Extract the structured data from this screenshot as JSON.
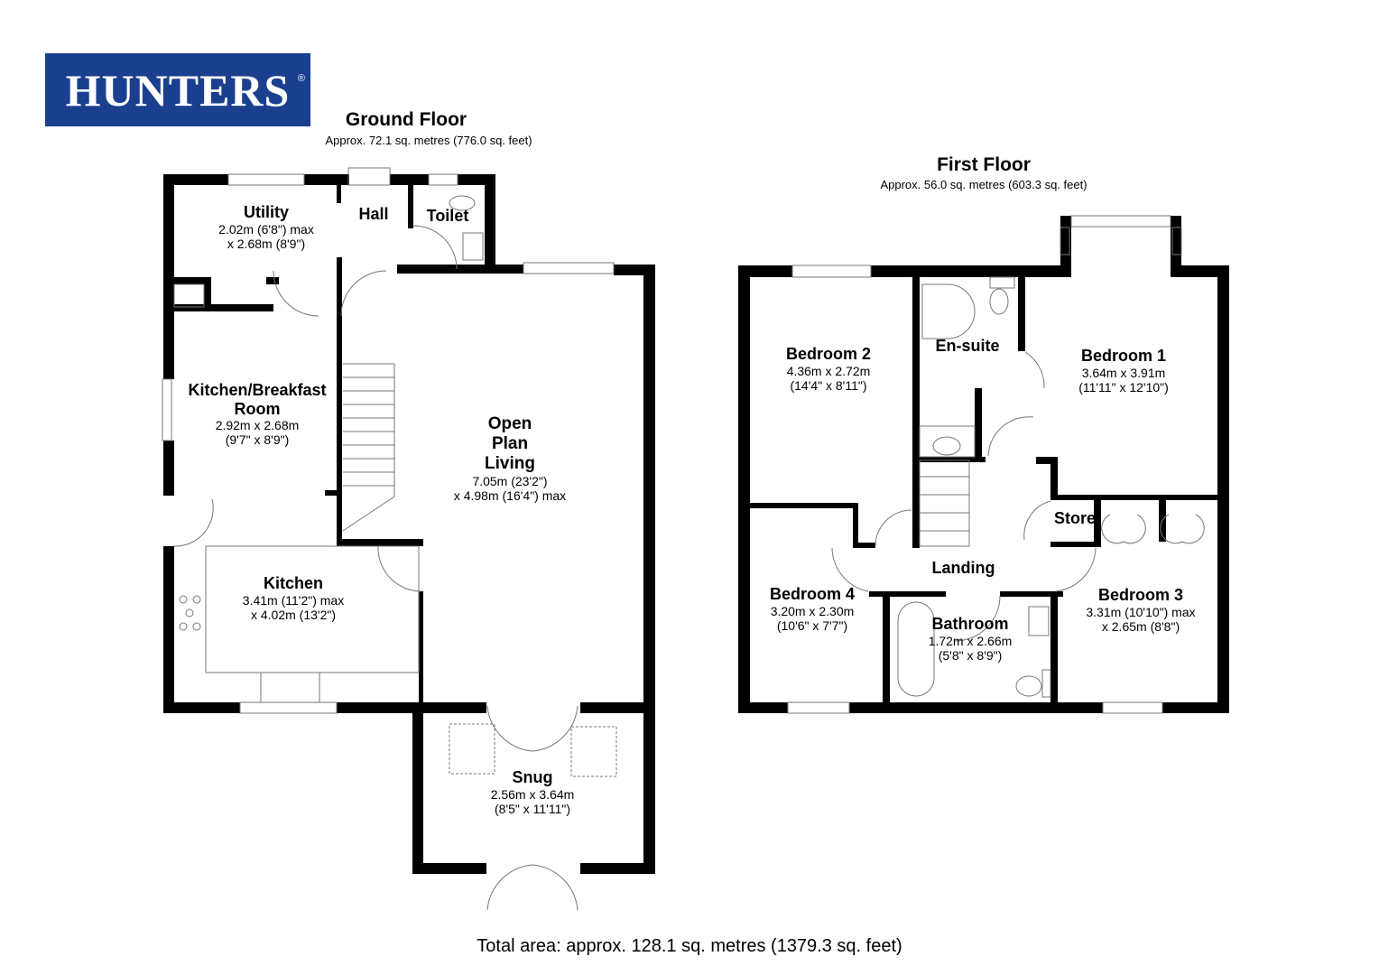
{
  "brand": {
    "name": "HUNTERS",
    "registered": "®",
    "color": "#1a3f8f"
  },
  "ground_floor": {
    "title": "Ground Floor",
    "area": "Approx. 72.1 sq. metres (776.0 sq. feet)",
    "rooms": [
      {
        "name": "Utility",
        "dim1": "2.02m (6'8\") max",
        "dim2": "x 2.68m (8'9\")"
      },
      {
        "name": "Hall"
      },
      {
        "name": "Toilet"
      },
      {
        "name": "Kitchen/Breakfast",
        "name2": "Room",
        "dim1": "2.92m x 2.68m",
        "dim2": "(9'7\" x 8'9\")"
      },
      {
        "name": "Open",
        "name2": "Plan",
        "name3": "Living",
        "dim1": "7.05m (23'2\")",
        "dim2": "x 4.98m (16'4\") max"
      },
      {
        "name": "Kitchen",
        "dim1": "3.41m (11'2\") max",
        "dim2": "x 4.02m (13'2\")"
      },
      {
        "name": "Snug",
        "dim1": "2.56m x 3.64m",
        "dim2": "(8'5\" x 11'11\")"
      }
    ]
  },
  "first_floor": {
    "title": "First Floor",
    "area": "Approx. 56.0 sq. metres (603.3 sq. feet)",
    "rooms": [
      {
        "name": "Bedroom 2",
        "dim1": "4.36m x 2.72m",
        "dim2": "(14'4\" x 8'11\")"
      },
      {
        "name": "En-suite"
      },
      {
        "name": "Bedroom 1",
        "dim1": "3.64m x 3.91m",
        "dim2": "(11'11\" x 12'10\")"
      },
      {
        "name": "Store"
      },
      {
        "name": "Landing"
      },
      {
        "name": "Bedroom 4",
        "dim1": "3.20m x 2.30m",
        "dim2": "(10'6\" x 7'7\")"
      },
      {
        "name": "Bathroom",
        "dim1": "1.72m x 2.66m",
        "dim2": "(5'8\" x 8'9\")"
      },
      {
        "name": "Bedroom 3",
        "dim1": "3.31m (10'10\") max",
        "dim2": "x 2.65m (8'8\")"
      }
    ]
  },
  "total_area": "Total area: approx. 128.1 sq. metres (1379.3 sq. feet)"
}
